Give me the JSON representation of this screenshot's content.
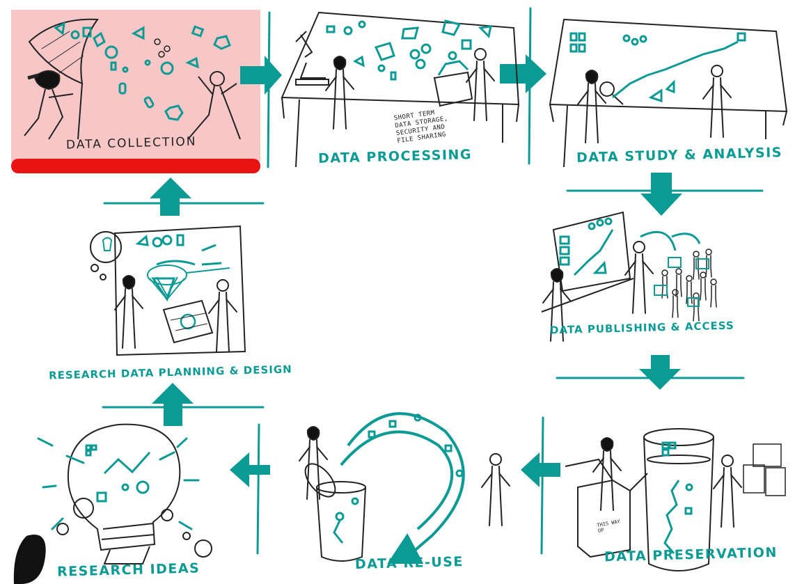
{
  "stages": {
    "collection": "DATA COLLECTION",
    "processing": "DATA PROCESSING",
    "analysis": "DATA STUDY & ANALYSIS",
    "publishing": "DATA PUBLISHING & ACCESS",
    "preservation": "DATA PRESERVATION",
    "reuse": "DATA   RE-USE",
    "ideas": "RESEARCH IDEAS",
    "planning": "RESEARCH DATA PLANNING & DESIGN"
  },
  "notes": {
    "storage": [
      "SHORT TERM",
      "DATA STORAGE,",
      "SECURITY AND",
      "FILE SHARING"
    ],
    "box": [
      "THIS WAY",
      "UP"
    ]
  },
  "colors": {
    "teal": "#0c9a94",
    "ink": "#222222",
    "highlight_fill": "#f7c6c6",
    "highlight_bar": "#e81414"
  },
  "icons": [
    "butterfly-net-icon",
    "microscope-icon",
    "storage-box-icon",
    "lightbulb-icon",
    "magnifier-icon",
    "map-icon",
    "glass-jar-icon",
    "cardboard-box-icon",
    "u-turn-arrow-icon",
    "flow-arrow-icon"
  ]
}
